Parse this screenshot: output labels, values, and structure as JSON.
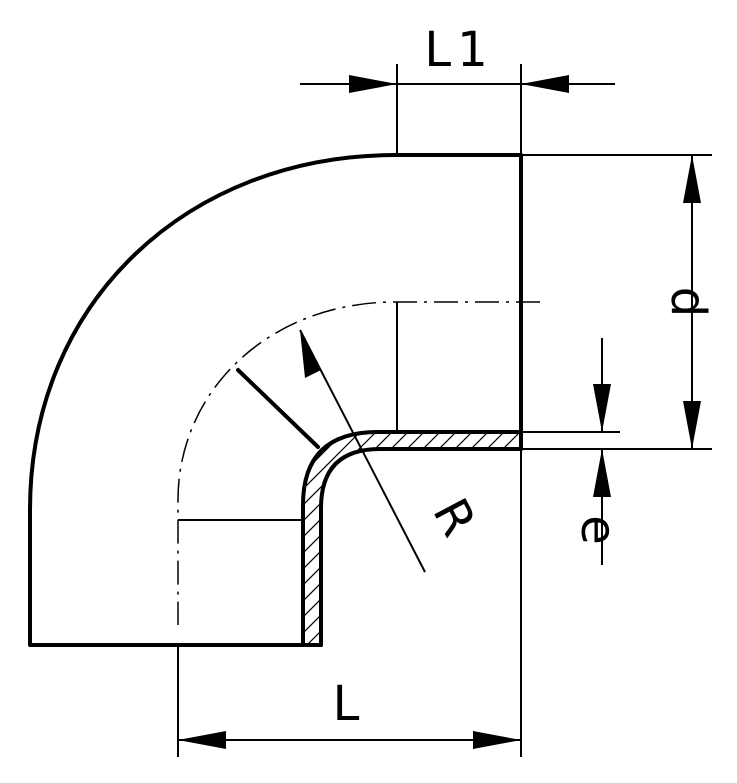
{
  "labels": {
    "L1": "L1",
    "d": "d",
    "e": "e",
    "R": "R",
    "L": "L"
  }
}
